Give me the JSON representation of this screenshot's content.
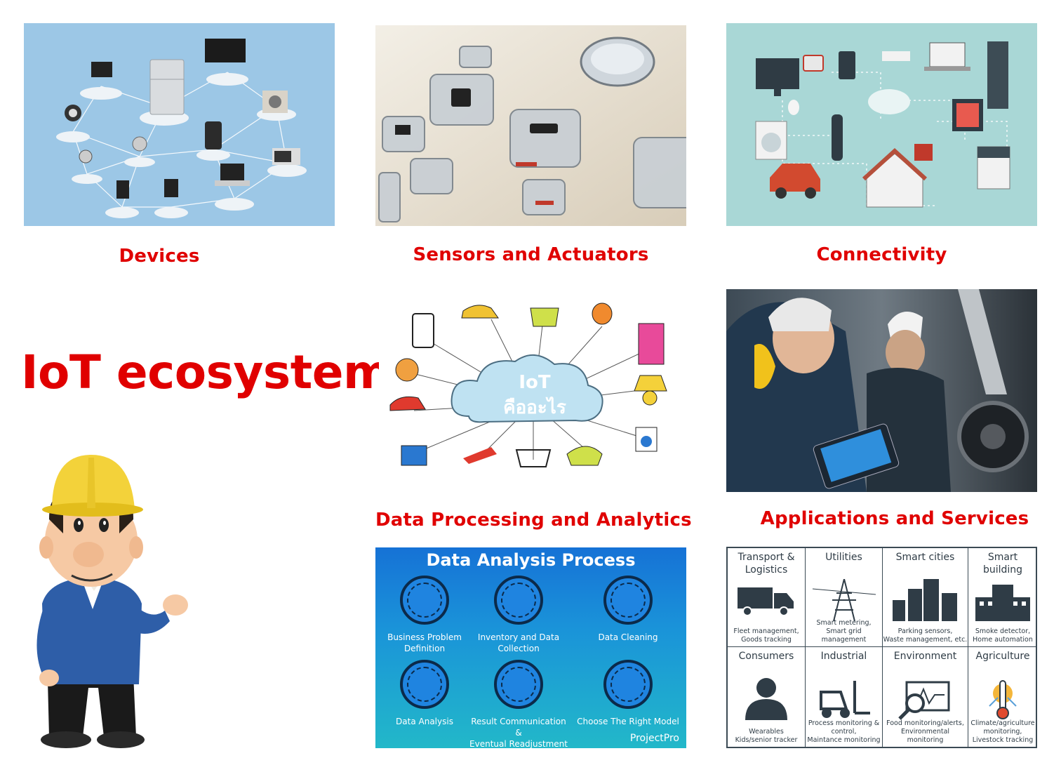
{
  "title": "IoT ecosystem",
  "captions": {
    "devices": "Devices",
    "sensors": "Sensors and Actuators",
    "connectivity": "Connectivity",
    "data_processing": "Data Processing and Analytics",
    "applications": "Applications and Services"
  },
  "cloud": {
    "line1": "IoT",
    "line2": "คืออะไร"
  },
  "data_analysis": {
    "title": "Data Analysis Process",
    "steps": [
      {
        "label1": "Business Problem",
        "label2": "Definition"
      },
      {
        "label1": "Inventory and Data",
        "label2": "Collection"
      },
      {
        "label1": "Data Cleaning",
        "label2": ""
      },
      {
        "label1": "Data Analysis",
        "label2": ""
      },
      {
        "label1": "Result Communication &",
        "label2": "Eventual Readjustment"
      },
      {
        "label1": "Choose The Right Model",
        "label2": ""
      }
    ],
    "brand": "ProjectPro"
  },
  "app_grid": [
    {
      "title1": "Transport &",
      "title2": "Logistics",
      "sub1": "Fleet management,",
      "sub2": "Goods tracking",
      "sub3": ""
    },
    {
      "title1": "Utilities",
      "title2": "",
      "sub1": "Smart metering,",
      "sub2": "Smart grid management",
      "sub3": ""
    },
    {
      "title1": "Smart cities",
      "title2": "",
      "sub1": "Parking sensors,",
      "sub2": "Waste management, etc.",
      "sub3": ""
    },
    {
      "title1": "Smart building",
      "title2": "",
      "sub1": "Smoke detector,",
      "sub2": "Home automation",
      "sub3": ""
    },
    {
      "title1": "Consumers",
      "title2": "",
      "sub1": "Wearables",
      "sub2": "Kids/senior tracker",
      "sub3": ""
    },
    {
      "title1": "Industrial",
      "title2": "",
      "sub1": "Process monitoring &",
      "sub2": "control,",
      "sub3": "Maintance monitoring"
    },
    {
      "title1": "Environment",
      "title2": "",
      "sub1": "Food monitoring/alerts,",
      "sub2": "Environmental monitoring",
      "sub3": ""
    },
    {
      "title1": "Agriculture",
      "title2": "",
      "sub1": "Climate/agriculture",
      "sub2": "monitoring,",
      "sub3": "Livestock tracking"
    }
  ]
}
